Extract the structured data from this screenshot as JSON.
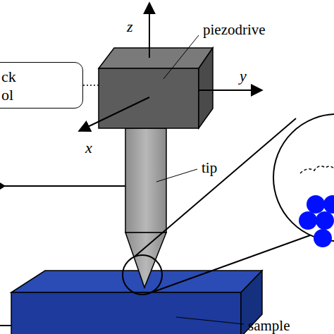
{
  "diagram": {
    "nodes": [
      {
        "text": [
          "ck ol"
        ]
      }
    ],
    "labels": [
      "z",
      "y",
      "x",
      "piezodrive",
      "tip",
      "sample"
    ]
  }
}
